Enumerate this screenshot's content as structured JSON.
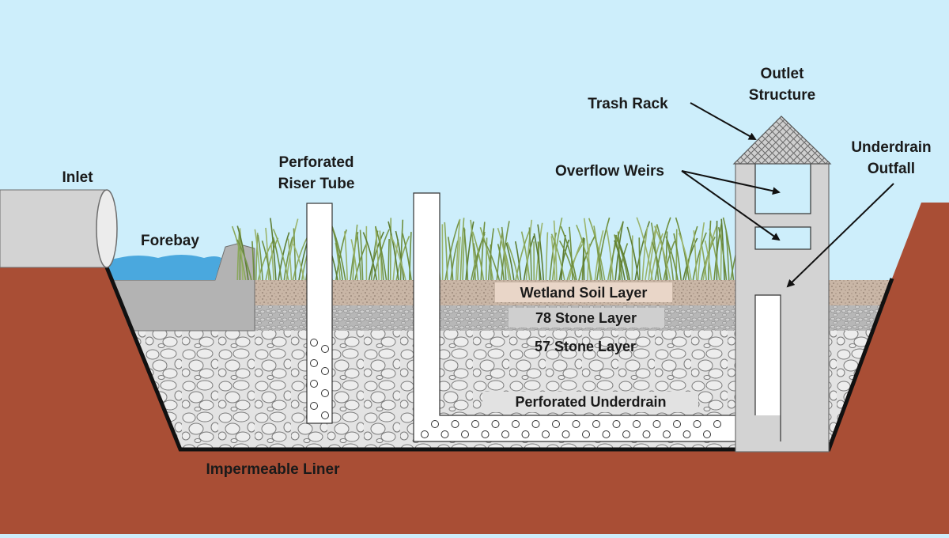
{
  "labels": {
    "inlet": "Inlet",
    "forebay": "Forebay",
    "riser_line1": "Perforated",
    "riser_line2": "Riser Tube",
    "trash_rack": "Trash Rack",
    "outlet_line1": "Outlet",
    "outlet_line2": "Structure",
    "overflow_weirs": "Overflow Weirs",
    "underdrain_outfall_line1": "Underdrain",
    "underdrain_outfall_line2": "Outfall",
    "wetland_soil": "Wetland Soil Layer",
    "stone_78": "78 Stone Layer",
    "stone_57": "57 Stone Layer",
    "perforated_underdrain": "Perforated Underdrain",
    "impermeable_liner": "Impermeable Liner"
  },
  "colors": {
    "sky": "#cdeefb",
    "earth": "#a94e35",
    "water": "#4aa8de",
    "soil": "#d8c4b4",
    "stone78": "#b3b3b3",
    "stone57": "#e6e6e6",
    "concrete": "#d3d3d3",
    "grass": "#7a9a4a"
  }
}
